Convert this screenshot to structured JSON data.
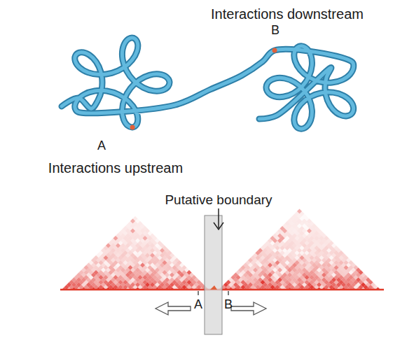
{
  "diagram": {
    "labels": [
      "Interactions downstream",
      "B",
      "A",
      "Interactions upstream",
      "Putative boundary",
      "A",
      "B"
    ]
  }
}
